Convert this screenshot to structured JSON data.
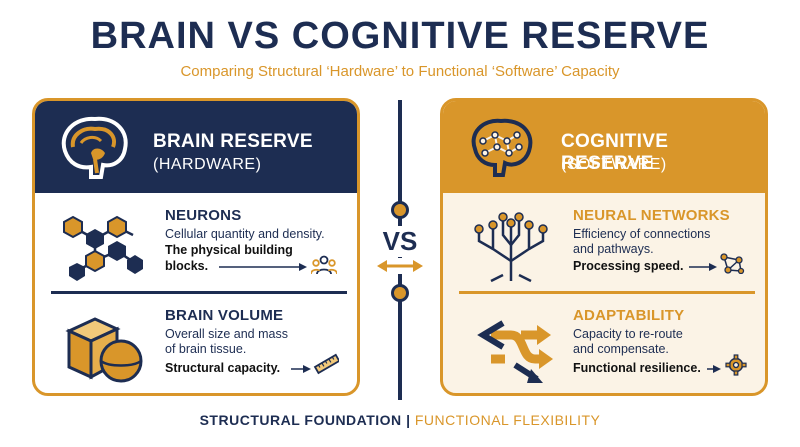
{
  "header": {
    "title": "BRAIN VS COGNITIVE RESERVE",
    "subtitle": "Comparing Structural ‘Hardware’ to Functional ‘Software’ Capacity"
  },
  "left_card": {
    "title": "BRAIN RESERVE",
    "subtitle": "(HARDWARE)",
    "head_icon": "brain-side-icon",
    "items": [
      {
        "title": "NEURONS",
        "description": "Cellular quantity and density.",
        "bold": "The physical building blocks.",
        "bold_line1": "The physical building",
        "bold_line2": "blocks.",
        "icon": "hexagon-network-icon",
        "tail_icon": "people-group-icon"
      },
      {
        "title": "BRAIN VOLUME",
        "description_line1": "Overall size and mass",
        "description_line2": "of brain tissue.",
        "bold": "Structural capacity.",
        "icon": "cube-sphere-icon",
        "tail_icon": "ruler-icon"
      }
    ]
  },
  "center": {
    "vs": "VS"
  },
  "right_card": {
    "title": "COGNITIVE RESERVE",
    "subtitle": "(SOFTWARE)",
    "head_icon": "brain-circuit-icon",
    "items": [
      {
        "title": "NEURAL NETWORKS",
        "description_line1": "Efficiency of connections",
        "description_line2": "and pathways.",
        "bold": "Processing speed.",
        "icon": "circuit-tree-icon",
        "tail_icon": "network-nodes-icon"
      },
      {
        "title": "ADAPTABILITY",
        "description_line1": "Capacity to re-route",
        "description_line2": "and compensate.",
        "bold": "Functional resilience.",
        "icon": "reroute-arrows-icon",
        "tail_icon": "gear-icon"
      }
    ]
  },
  "footer": {
    "left": "STRUCTURAL FOUNDATION",
    "separator": "|",
    "right": "FUNCTIONAL FLEXIBILITY"
  },
  "colors": {
    "navy": "#1d2d52",
    "gold": "#d9962a",
    "cream": "#fbf3e6"
  }
}
